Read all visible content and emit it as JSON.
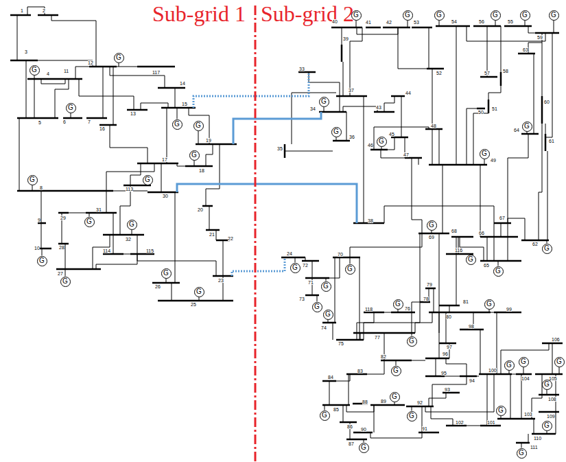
{
  "diagram": {
    "nodes": [
      {
        "text": [
          "G"
        ]
      },
      {
        "text": [
          "G"
        ]
      },
      {
        "text": [
          "G"
        ]
      },
      {
        "text": [
          "G"
        ]
      },
      {
        "text": [
          "G"
        ]
      },
      {
        "text": [
          "G"
        ]
      },
      {
        "text": [
          "G"
        ]
      },
      {
        "text": [
          "G"
        ]
      },
      {
        "text": [
          "G"
        ]
      },
      {
        "text": [
          "G"
        ]
      },
      {
        "text": [
          "G"
        ]
      },
      {
        "text": [
          "G"
        ]
      },
      {
        "text": [
          "G"
        ]
      },
      {
        "text": [
          "G"
        ]
      },
      {
        "text": [
          "G"
        ]
      },
      {
        "text": [
          "G"
        ]
      },
      {
        "text": [
          "G"
        ]
      },
      {
        "text": [
          "G"
        ]
      },
      {
        "text": [
          "G"
        ]
      },
      {
        "text": [
          "G"
        ]
      },
      {
        "text": [
          "G"
        ]
      },
      {
        "text": [
          "G"
        ]
      },
      {
        "text": [
          "G"
        ]
      },
      {
        "text": [
          "G"
        ]
      },
      {
        "text": [
          "G"
        ]
      },
      {
        "text": [
          "G"
        ]
      },
      {
        "text": [
          "G"
        ]
      },
      {
        "text": [
          "G"
        ]
      },
      {
        "text": [
          "G"
        ]
      },
      {
        "text": [
          "G"
        ]
      },
      {
        "text": [
          "G"
        ]
      },
      {
        "text": [
          "G"
        ]
      },
      {
        "text": [
          "G"
        ]
      },
      {
        "text": [
          "G"
        ]
      },
      {
        "text": [
          "G"
        ]
      },
      {
        "text": [
          "G"
        ]
      },
      {
        "text": [
          "G"
        ]
      },
      {
        "text": [
          "G"
        ]
      },
      {
        "text": [
          "G"
        ]
      },
      {
        "text": [
          "G"
        ]
      },
      {
        "text": [
          "G"
        ]
      },
      {
        "text": [
          "G"
        ]
      },
      {
        "text": [
          "G"
        ]
      },
      {
        "text": [
          "G"
        ]
      },
      {
        "text": [
          "G"
        ]
      },
      {
        "text": [
          "G"
        ]
      },
      {
        "text": [
          "G"
        ]
      },
      {
        "text": [
          "G"
        ]
      },
      {
        "text": [
          "G"
        ]
      }
    ],
    "labels": [
      "Sub-grid 1",
      "Sub-grid 2",
      "1",
      "2",
      "3",
      "4",
      "11",
      "12",
      "117",
      "5",
      "6",
      "7",
      "13",
      "14",
      "15",
      "16",
      "17",
      "18",
      "19",
      "113",
      "30",
      "8",
      "20",
      "31",
      "29",
      "32",
      "9",
      "10",
      "28",
      "21",
      "22",
      "114",
      "115",
      "27",
      "23",
      "26",
      "25",
      "24",
      "40",
      "41",
      "42",
      "53",
      "54",
      "56",
      "55",
      "59",
      "39",
      "33",
      "37",
      "34",
      "43",
      "44",
      "36",
      "35",
      "52",
      "57",
      "58",
      "51",
      "50",
      "63",
      "60",
      "45",
      "48",
      "46",
      "47",
      "49",
      "64",
      "61",
      "38",
      "67",
      "66",
      "62",
      "69",
      "68",
      "65",
      "116",
      "72",
      "70",
      "71",
      "73",
      "79",
      "81",
      "78",
      "80",
      "99",
      "118",
      "76",
      "74",
      "77",
      "97",
      "98",
      "75",
      "82",
      "96",
      "106",
      "83",
      "95",
      "94",
      "100",
      "104",
      "105",
      "84",
      "93",
      "108",
      "85",
      "89",
      "92",
      "88",
      "109",
      "86",
      "90",
      "91",
      "102",
      "101",
      "103",
      "87",
      "110",
      "111"
    ]
  }
}
